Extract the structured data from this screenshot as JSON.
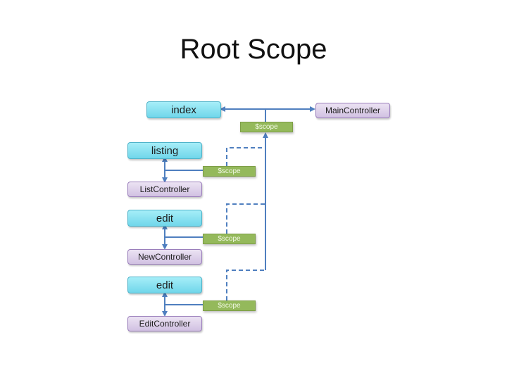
{
  "title": "Root Scope",
  "nodes": {
    "index": "index",
    "main_controller": "MainController",
    "listing": "listing",
    "list_controller": "ListController",
    "edit_new": "edit",
    "new_controller": "NewController",
    "edit_edit": "edit",
    "edit_controller": "EditController"
  },
  "scopes": [
    "$scope",
    "$scope",
    "$scope",
    "$scope"
  ],
  "colors": {
    "view_fill": "#8ee4f3",
    "controller_fill": "#ddd0ea",
    "scope_fill": "#94b95b",
    "connector": "#4f7fbf"
  }
}
